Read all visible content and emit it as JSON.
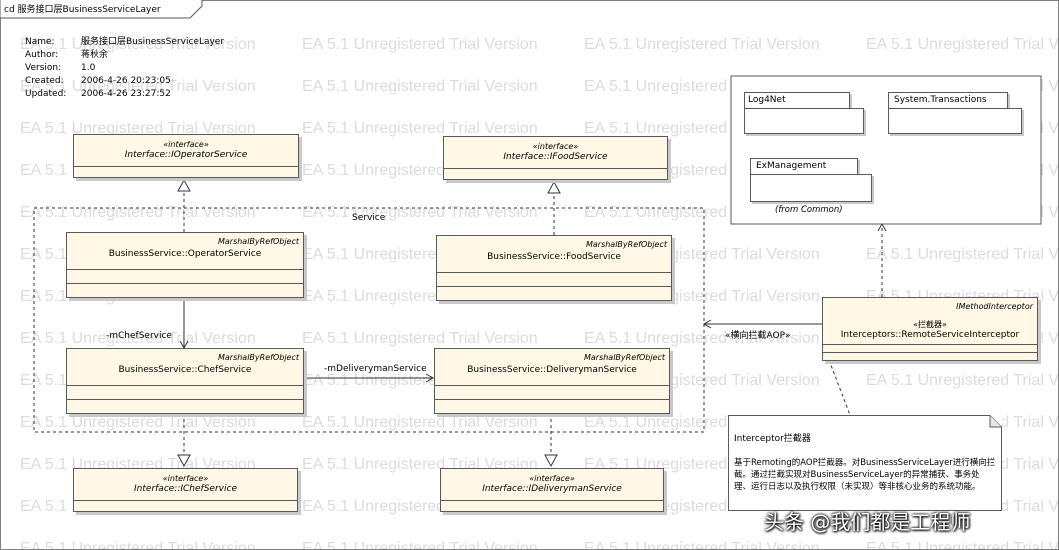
{
  "frame": {
    "title": "cd 服务接口层BusinessServiceLayer"
  },
  "info": [
    {
      "key": "Name:",
      "value": "服务接口层BusinessServiceLayer"
    },
    {
      "key": "Author:",
      "value": "蒋秋余"
    },
    {
      "key": "Version:",
      "value": "1.0"
    },
    {
      "key": "Created:",
      "value": "2006-4-26 20:23:05"
    },
    {
      "key": "Updated:",
      "value": "2006-4-26 23:27:52"
    }
  ],
  "interfaces": {
    "operator": {
      "stereotype": "«interface»",
      "name": "Interface::IOperatorService"
    },
    "food": {
      "stereotype": "«interface»",
      "name": "Interface::IFoodService"
    },
    "chef": {
      "stereotype": "«interface»",
      "name": "Interface::IChefService"
    },
    "deliveryman": {
      "stereotype": "«interface»",
      "name": "Interface::IDeliverymanService"
    }
  },
  "classes": {
    "operator": {
      "base": "MarshalByRefObject",
      "name": "BusinessService::OperatorService"
    },
    "food": {
      "base": "MarshalByRefObject",
      "name": "BusinessService::FoodService"
    },
    "chef": {
      "base": "MarshalByRefObject",
      "name": "BusinessService::ChefService"
    },
    "deliveryman": {
      "base": "MarshalByRefObject",
      "name": "BusinessService::DeliverymanService"
    },
    "interceptor": {
      "base": "IMethodInterceptor",
      "stereotype": "«拦截器»",
      "name": "Interceptors::RemoteServiceInterceptor"
    }
  },
  "service_boundary": {
    "label": "Service"
  },
  "associations": {
    "chef": "-mChefService",
    "deliveryman": "-mDeliverymanService",
    "aop": "«横向拦截AOP»"
  },
  "packages": {
    "log4net": "Log4Net",
    "transactions": "System.Transactions",
    "exmanagement": "ExManagement",
    "from_common": "(from Common)"
  },
  "note": {
    "title": "Interceptor拦截器",
    "body": "基于Remoting的AOP拦截器。对BusinessServiceLayer进行横向拦截。通过拦截实现对BusinessServiceLayer的异常捕获、事务处理、运行日志以及执行权限（未实现）等非核心业务的系统功能。"
  },
  "watermark": {
    "text": "EA 5.1 Unregistered Trial Version",
    "brand": "头条 @我们都是工程师"
  }
}
